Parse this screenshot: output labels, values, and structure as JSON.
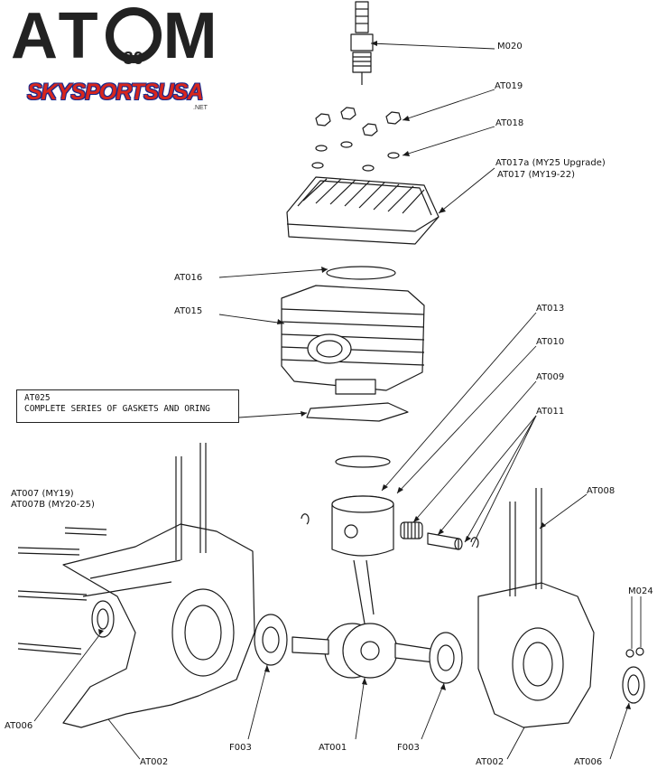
{
  "logo": {
    "brand": "ATOM",
    "badge": "80",
    "dealer": "SKYSPORTSUSA",
    "dealer_suffix": ".NET"
  },
  "labels": {
    "m020": "M020",
    "at019": "AT019",
    "at018": "AT018",
    "at017a": "AT017a (MY25 Upgrade)",
    "at017": "AT017 (MY19-22)",
    "at016": "AT016",
    "at015": "AT015",
    "at013": "AT013",
    "at010": "AT010",
    "at009": "AT009",
    "at011": "AT011",
    "at007": "AT007 (MY19)",
    "at007b": "AT007B (MY20-25)",
    "at008": "AT008",
    "m024": "M024",
    "at006_left": "AT006",
    "at002_left": "AT002",
    "f003_left": "F003",
    "at001": "AT001",
    "f003_right": "F003",
    "at002_right": "AT002",
    "at006_right": "AT006"
  },
  "gasket_box": {
    "code": "AT025",
    "description": "COMPLETE SERIES OF GASKETS AND ORING"
  }
}
